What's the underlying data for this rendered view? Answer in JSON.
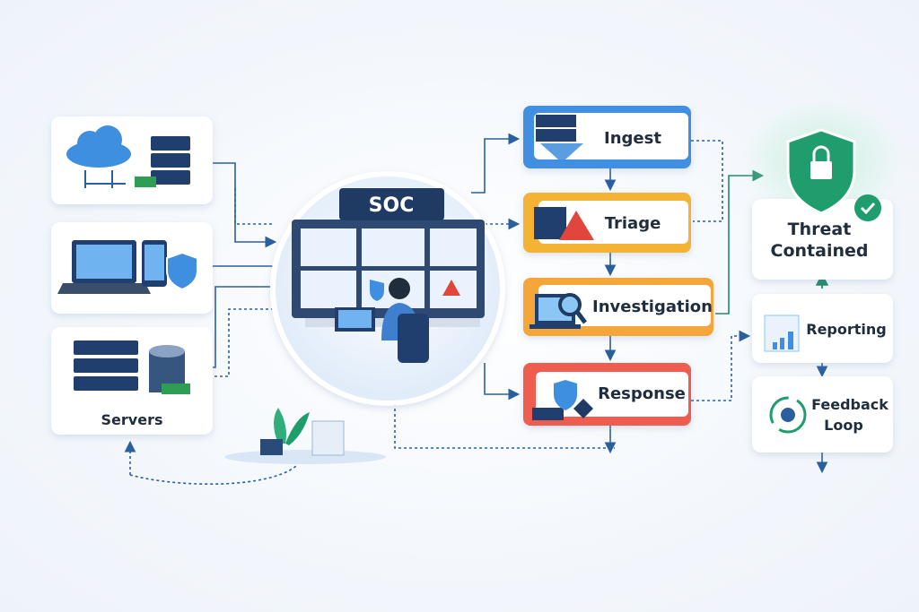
{
  "center": {
    "label": "SOC"
  },
  "sources": [
    {
      "label": ""
    },
    {
      "label": ""
    },
    {
      "label": "Servers"
    }
  ],
  "stages": [
    {
      "label": "Ingest",
      "color": "#3f8fe0"
    },
    {
      "label": "Triage",
      "color": "#f5b335"
    },
    {
      "label": "Investigation",
      "color": "#f4a63a"
    },
    {
      "label": "Response",
      "color": "#ee5d4f"
    }
  ],
  "outcome": {
    "threat": {
      "line1": "Threat",
      "line2": "Contained",
      "color": "#1f9d6c"
    },
    "reporting": {
      "label": "Reporting"
    },
    "feedback": {
      "line1": "Feedback",
      "line2": "Loop"
    }
  },
  "colors": {
    "arrow": "#2a5f9e",
    "accent_blue": "#3f8fe0",
    "accent_green": "#1f9d6c"
  }
}
